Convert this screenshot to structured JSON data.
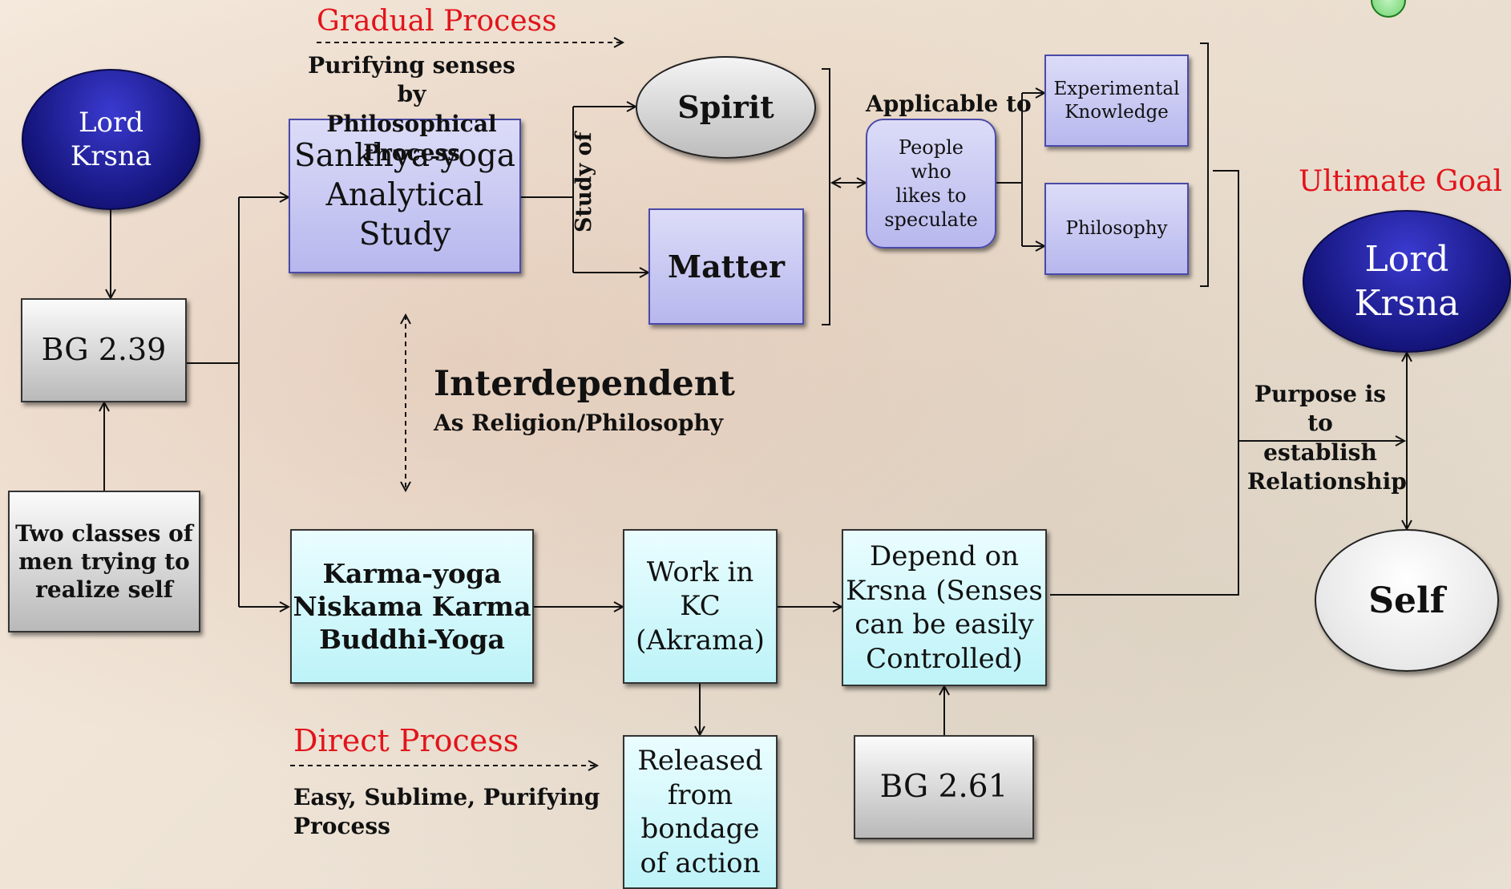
{
  "nodes": {
    "lord_krsna_left": "Lord\nKrsna",
    "bg_239": "BG 2.39",
    "two_classes": "Two classes of\nmen trying to\nrealize self",
    "sankhya": "Sankhya-yoga\nAnalytical\nStudy",
    "spirit": "Spirit",
    "matter": "Matter",
    "people": "People\nwho\nlikes to\nspeculate",
    "experimental": "Experimental\nKnowledge",
    "philosophy": "Philosophy",
    "lord_krsna_right": "Lord\nKrsna",
    "self": "Self",
    "karma_yoga": "Karma-yoga\nNiskama Karma\nBuddhi-Yoga",
    "work_kc": "Work in\nKC\n(Akrama)",
    "depend_krsna": "Depend on\nKrsna (Senses\ncan be easily\nControlled)",
    "released": "Released\nfrom\nbondage\nof action",
    "bg_261": "BG 2.61"
  },
  "labels": {
    "gradual_process": "Gradual Process",
    "purifying_senses": "Purifying senses by\nPhilosophical Process",
    "study_of": "Study of",
    "applicable_to": "Applicable to",
    "interdependent": "Interdependent",
    "as_religion": "As Religion/Philosophy",
    "ultimate_goal": "Ultimate Goal",
    "purpose": "Purpose is\nto establish\nRelationship",
    "direct_process": "Direct Process",
    "easy_sublime": "Easy, Sublime, Purifying\nProcess"
  },
  "colors": {
    "red_heading": "#e2141a",
    "navy": "#14147a",
    "purple_box": "#b7b7ee",
    "cyan_box": "#bdf3f8",
    "grey_box": "#b9b9b9"
  }
}
